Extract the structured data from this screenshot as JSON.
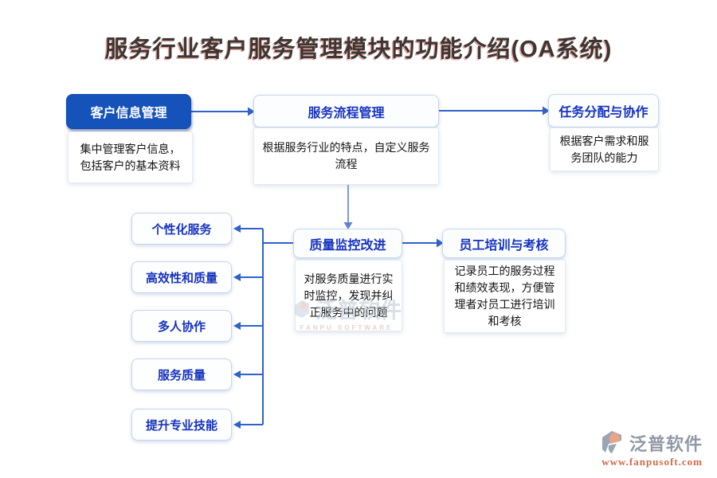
{
  "title": "服务行业客户服务管理模块的功能介绍(OA系统)",
  "nodes": {
    "customer_info": {
      "label": "客户信息管理",
      "desc": "集中管理客户信息，包括客户的基本资料"
    },
    "service_flow": {
      "label": "服务流程管理",
      "desc": "根据服务行业的特点，自定义服务流程"
    },
    "task_assign": {
      "label": "任务分配与协作",
      "desc": "根据客户需求和服务团队的能力"
    },
    "quality_monitor": {
      "label": "质量监控改进",
      "desc": "对服务质量进行实时监控，发现并纠正服务中的问题"
    },
    "staff_training": {
      "label": "员工培训与考核",
      "desc": "记录员工的服务过程和绩效表现，方便管理者对员工进行培训和考核"
    }
  },
  "benefits": [
    {
      "label": "个性化服务"
    },
    {
      "label": "高效性和质量"
    },
    {
      "label": "多人协作"
    },
    {
      "label": "服务质量"
    },
    {
      "label": "提升专业技能"
    }
  ],
  "watermark": {
    "text": "泛普软件",
    "subtext": "FANPU SOFTWARE"
  },
  "logo": {
    "brand": "泛普软件",
    "url": "www.fanpusoft.com"
  },
  "colors": {
    "accent_blue": "#1553bb",
    "node_text_blue": "#1733c0",
    "connector_blue": "#2e62c8",
    "logo_orange": "#cf6a4c",
    "logo_gray": "#9099a6"
  }
}
